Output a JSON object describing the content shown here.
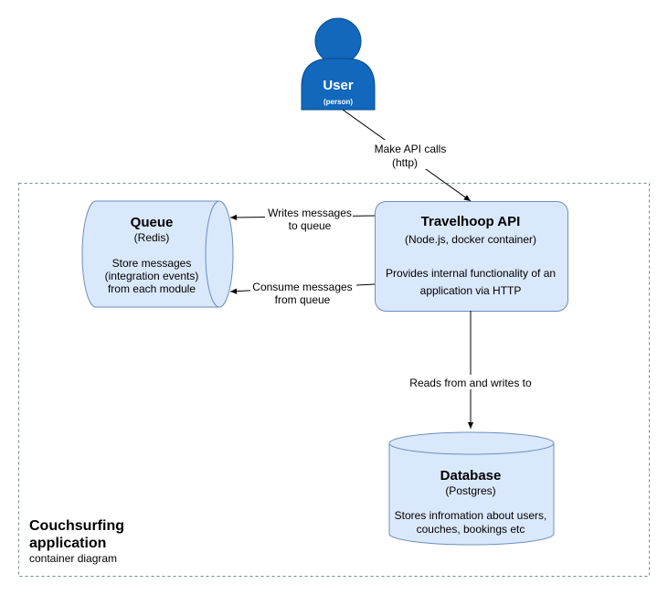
{
  "colors": {
    "person_fill": "#1168bd",
    "person_stroke": "#0b4a87",
    "container_fill": "#dae8fc",
    "container_stroke": "#6c8ebf",
    "boundary_stroke": "#6f8c8c",
    "arrow": "#000000"
  },
  "person": {
    "name": "User",
    "tag": "(person)"
  },
  "api": {
    "name": "Travelhoop API",
    "tech": "(Node.js, docker container)",
    "desc_line1": "Provides internal functionality of an",
    "desc_line2": "application via HTTP"
  },
  "queue": {
    "name": "Queue",
    "tech": "(Redis)",
    "desc_line1": "Store messages",
    "desc_line2": "(integration events)",
    "desc_line3": "from each module"
  },
  "database": {
    "name": "Database",
    "tech": "(Postgres)",
    "desc_line1": "Stores infromation about users,",
    "desc_line2": "couches, bookings etc"
  },
  "edges": {
    "user_api_line1": "Make API calls",
    "user_api_line2": "(http)",
    "write_line1": "Writes messages",
    "write_line2": "to queue",
    "consume_line1": "Consume messages",
    "consume_line2": "from queue",
    "db_label": "Reads from and writes to"
  },
  "boundary": {
    "title": "Couchsurfing application",
    "subtitle": "container diagram"
  }
}
